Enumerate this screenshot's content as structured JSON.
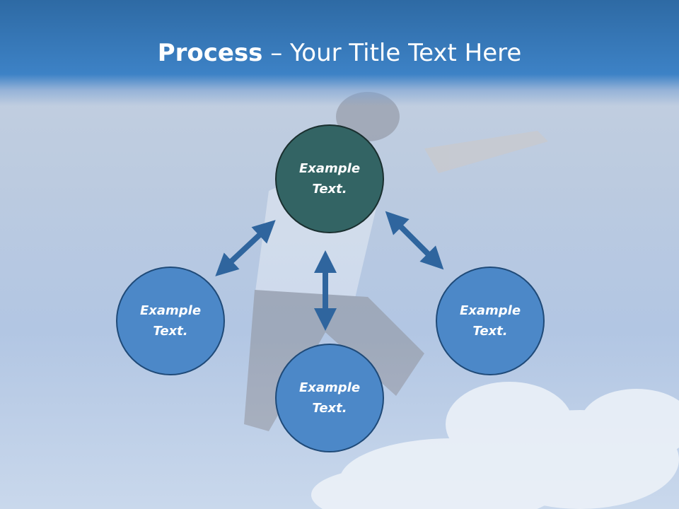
{
  "title": {
    "bold": "Process",
    "rest": " – Your Title Text Here"
  },
  "nodes": {
    "top": "Example\nText.",
    "left": "Example\nText.",
    "bottom": "Example\nText.",
    "right": "Example\nText."
  },
  "colors": {
    "header": "#3d82c6",
    "node": "#4c88c8",
    "center_node": "#336464",
    "arrow": "#2f659e"
  }
}
